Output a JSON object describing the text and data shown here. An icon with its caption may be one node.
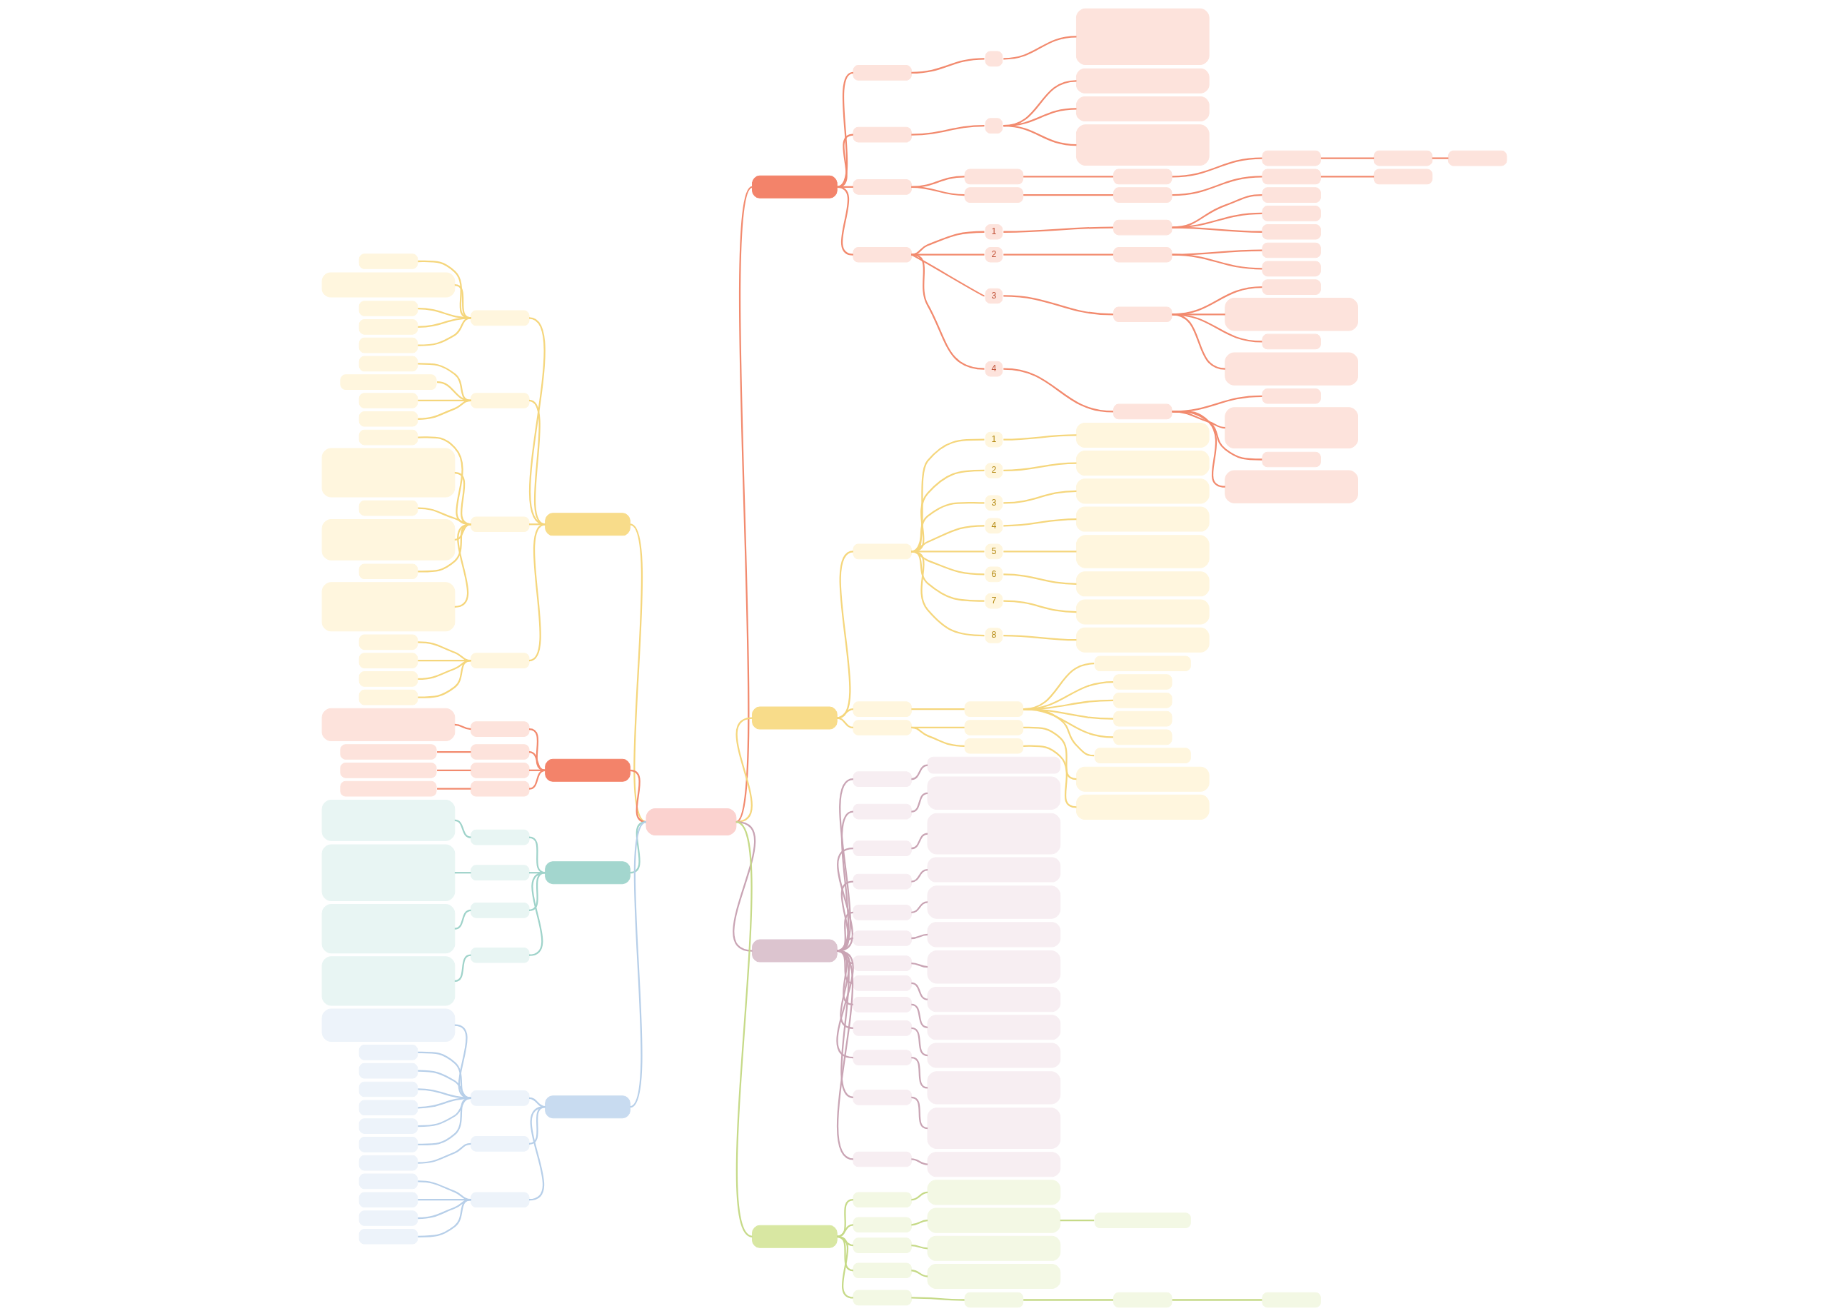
{
  "diagram": {
    "nodes": [
      {
        "text": [],
        "shape": "box"
      },
      {
        "text": [],
        "shape": "box"
      },
      {
        "text": [],
        "shape": "box"
      },
      {
        "text": [],
        "shape": "box"
      },
      {
        "text": [],
        "shape": "box"
      },
      {
        "text": [],
        "shape": "box"
      },
      {
        "text": [],
        "shape": "box"
      },
      {
        "text": [],
        "shape": "box"
      },
      {
        "text": [],
        "shape": "box"
      },
      {
        "text": [],
        "shape": "box"
      },
      {
        "text": [],
        "shape": "box"
      },
      {
        "text": [],
        "shape": "box"
      },
      {
        "text": [],
        "shape": "box"
      },
      {
        "text": [],
        "shape": "box"
      },
      {
        "text": [],
        "shape": "box"
      },
      {
        "text": [],
        "shape": "box"
      },
      {
        "text": [],
        "shape": "box"
      },
      {
        "text": [],
        "shape": "box"
      },
      {
        "text": [],
        "shape": "box"
      },
      {
        "text": [],
        "shape": "box"
      },
      {
        "text": [],
        "shape": "box"
      },
      {
        "text": [
          "1"
        ]
      },
      {
        "text": [],
        "shape": "box"
      },
      {
        "text": [],
        "shape": "box"
      },
      {
        "text": [],
        "shape": "box"
      },
      {
        "text": [],
        "shape": "box"
      },
      {
        "text": [
          "2"
        ]
      },
      {
        "text": [],
        "shape": "box"
      },
      {
        "text": [],
        "shape": "box"
      },
      {
        "text": [],
        "shape": "box"
      },
      {
        "text": [
          "3"
        ]
      },
      {
        "text": [],
        "shape": "box"
      },
      {
        "text": [],
        "shape": "box"
      },
      {
        "text": [],
        "shape": "box"
      },
      {
        "text": [],
        "shape": "box"
      },
      {
        "text": [],
        "shape": "box"
      },
      {
        "text": [
          "4"
        ]
      },
      {
        "text": [],
        "shape": "box"
      },
      {
        "text": [],
        "shape": "box"
      },
      {
        "text": [],
        "shape": "box"
      },
      {
        "text": [],
        "shape": "box"
      },
      {
        "text": [],
        "shape": "box"
      },
      {
        "text": [],
        "shape": "box"
      },
      {
        "text": [],
        "shape": "box"
      },
      {
        "text": [
          "1"
        ]
      },
      {
        "text": [],
        "shape": "box"
      },
      {
        "text": [
          "2"
        ]
      },
      {
        "text": [],
        "shape": "box"
      },
      {
        "text": [
          "3"
        ]
      },
      {
        "text": [],
        "shape": "box"
      },
      {
        "text": [
          "4"
        ]
      },
      {
        "text": [],
        "shape": "box"
      },
      {
        "text": [
          "5"
        ]
      },
      {
        "text": [],
        "shape": "box"
      },
      {
        "text": [
          "6"
        ]
      },
      {
        "text": [],
        "shape": "box"
      },
      {
        "text": [
          "7"
        ]
      },
      {
        "text": [],
        "shape": "box"
      },
      {
        "text": [
          "8"
        ]
      },
      {
        "text": [],
        "shape": "box"
      },
      {
        "text": [],
        "shape": "box"
      },
      {
        "text": [],
        "shape": "box"
      },
      {
        "text": [],
        "shape": "box"
      },
      {
        "text": [],
        "shape": "box"
      },
      {
        "text": [],
        "shape": "box"
      },
      {
        "text": [],
        "shape": "box"
      },
      {
        "text": [],
        "shape": "box"
      },
      {
        "text": [],
        "shape": "box"
      },
      {
        "text": [],
        "shape": "box"
      },
      {
        "text": [],
        "shape": "box"
      },
      {
        "text": [],
        "shape": "box"
      },
      {
        "text": [],
        "shape": "box"
      },
      {
        "text": [],
        "shape": "box"
      },
      {
        "text": [],
        "shape": "box"
      },
      {
        "text": [],
        "shape": "box"
      },
      {
        "text": [],
        "shape": "box"
      },
      {
        "text": [],
        "shape": "box"
      },
      {
        "text": [],
        "shape": "box"
      },
      {
        "text": [],
        "shape": "box"
      },
      {
        "text": [],
        "shape": "box"
      },
      {
        "text": [],
        "shape": "box"
      },
      {
        "text": [],
        "shape": "box"
      },
      {
        "text": [],
        "shape": "box"
      },
      {
        "text": [],
        "shape": "box"
      },
      {
        "text": [],
        "shape": "box"
      },
      {
        "text": [],
        "shape": "box"
      },
      {
        "text": [],
        "shape": "box"
      },
      {
        "text": [],
        "shape": "box"
      },
      {
        "text": [],
        "shape": "box"
      },
      {
        "text": [],
        "shape": "box"
      },
      {
        "text": [],
        "shape": "box"
      },
      {
        "text": [],
        "shape": "box"
      },
      {
        "text": [],
        "shape": "box"
      },
      {
        "text": [],
        "shape": "box"
      },
      {
        "text": [],
        "shape": "box"
      },
      {
        "text": [],
        "shape": "box"
      },
      {
        "text": [],
        "shape": "box"
      },
      {
        "text": [],
        "shape": "box"
      },
      {
        "text": [],
        "shape": "box"
      },
      {
        "text": [],
        "shape": "box"
      },
      {
        "text": [],
        "shape": "box"
      },
      {
        "text": [],
        "shape": "box"
      },
      {
        "text": [],
        "shape": "box"
      },
      {
        "text": [],
        "shape": "box"
      },
      {
        "text": [],
        "shape": "box"
      },
      {
        "text": [],
        "shape": "box"
      },
      {
        "text": [],
        "shape": "box"
      },
      {
        "text": [],
        "shape": "box"
      },
      {
        "text": [],
        "shape": "box"
      },
      {
        "text": [],
        "shape": "box"
      },
      {
        "text": [],
        "shape": "box"
      },
      {
        "text": [],
        "shape": "box"
      },
      {
        "text": [],
        "shape": "box"
      },
      {
        "text": [],
        "shape": "box"
      },
      {
        "text": [],
        "shape": "box"
      },
      {
        "text": [],
        "shape": "box"
      },
      {
        "text": [],
        "shape": "box"
      },
      {
        "text": [],
        "shape": "box"
      },
      {
        "text": [],
        "shape": "box"
      },
      {
        "text": [],
        "shape": "box"
      },
      {
        "text": [],
        "shape": "box"
      },
      {
        "text": [],
        "shape": "box"
      },
      {
        "text": [],
        "shape": "box"
      },
      {
        "text": [],
        "shape": "box"
      },
      {
        "text": [],
        "shape": "box"
      },
      {
        "text": [],
        "shape": "box"
      },
      {
        "text": [],
        "shape": "box"
      },
      {
        "text": [],
        "shape": "box"
      },
      {
        "text": [],
        "shape": "box"
      },
      {
        "text": [],
        "shape": "box"
      },
      {
        "text": [],
        "shape": "box"
      },
      {
        "text": [],
        "shape": "box"
      },
      {
        "text": [],
        "shape": "box"
      },
      {
        "text": [],
        "shape": "box"
      },
      {
        "text": [],
        "shape": "box"
      },
      {
        "text": [],
        "shape": "box"
      },
      {
        "text": [],
        "shape": "box"
      },
      {
        "text": [],
        "shape": "box"
      },
      {
        "text": [],
        "shape": "box"
      },
      {
        "text": [],
        "shape": "box"
      },
      {
        "text": [],
        "shape": "box"
      },
      {
        "text": [],
        "shape": "box"
      },
      {
        "text": [],
        "shape": "box"
      },
      {
        "text": [],
        "shape": "box"
      },
      {
        "text": [],
        "shape": "box"
      },
      {
        "text": [],
        "shape": "box"
      },
      {
        "text": [],
        "shape": "box"
      },
      {
        "text": [],
        "shape": "box"
      },
      {
        "text": [],
        "shape": "box"
      },
      {
        "text": [],
        "shape": "box"
      },
      {
        "text": [],
        "shape": "box"
      },
      {
        "text": [],
        "shape": "box"
      },
      {
        "text": [],
        "shape": "box"
      },
      {
        "text": [],
        "shape": "box"
      },
      {
        "text": [],
        "shape": "box"
      },
      {
        "text": [],
        "shape": "box"
      },
      {
        "text": [],
        "shape": "box"
      },
      {
        "text": [],
        "shape": "box"
      },
      {
        "text": [],
        "shape": "box"
      },
      {
        "text": [],
        "shape": "box"
      },
      {
        "text": [],
        "shape": "box"
      },
      {
        "text": [],
        "shape": "box"
      },
      {
        "text": [],
        "shape": "box"
      },
      {
        "text": [],
        "shape": "box"
      },
      {
        "text": [],
        "shape": "box"
      },
      {
        "text": [],
        "shape": "box"
      },
      {
        "text": [],
        "shape": "box"
      },
      {
        "text": [],
        "shape": "box"
      },
      {
        "text": [],
        "shape": "box"
      },
      {
        "text": [],
        "shape": "box"
      },
      {
        "text": [],
        "shape": "box"
      },
      {
        "text": [],
        "shape": "box"
      }
    ],
    "edges": [
      {
        "from": 0,
        "to": 1,
        "arrow": "none",
        "color": "#f28a6e"
      },
      {
        "from": 1,
        "to": 2,
        "arrow": "none",
        "color": "#f28a6e"
      },
      {
        "from": 2,
        "to": 3,
        "arrow": "none",
        "color": "#f28a6e"
      },
      {
        "from": 3,
        "to": 4,
        "arrow": "none",
        "color": "#f28a6e"
      },
      {
        "from": 1,
        "to": 5,
        "arrow": "none",
        "color": "#f28a6e"
      },
      {
        "from": 5,
        "to": 6,
        "arrow": "none",
        "color": "#f28a6e"
      },
      {
        "from": 6,
        "to": 7,
        "arrow": "none",
        "color": "#f28a6e"
      },
      {
        "from": 6,
        "to": 8,
        "arrow": "none",
        "color": "#f28a6e"
      },
      {
        "from": 6,
        "to": 9,
        "arrow": "none",
        "color": "#f28a6e"
      },
      {
        "from": 1,
        "to": 10,
        "arrow": "none",
        "color": "#f28a6e"
      },
      {
        "from": 10,
        "to": 11,
        "arrow": "none",
        "color": "#f28a6e"
      },
      {
        "from": 11,
        "to": 12,
        "arrow": "none",
        "color": "#f28a6e"
      },
      {
        "from": 12,
        "to": 13,
        "arrow": "none",
        "color": "#f28a6e"
      },
      {
        "from": 13,
        "to": 14,
        "arrow": "none",
        "color": "#f28a6e"
      },
      {
        "from": 14,
        "to": 15,
        "arrow": "none",
        "color": "#f28a6e"
      },
      {
        "from": 10,
        "to": 16,
        "arrow": "none",
        "color": "#f28a6e"
      },
      {
        "from": 16,
        "to": 17,
        "arrow": "none",
        "color": "#f28a6e"
      },
      {
        "from": 17,
        "to": 18,
        "arrow": "none",
        "color": "#f28a6e"
      },
      {
        "from": 18,
        "to": 19,
        "arrow": "none",
        "color": "#f28a6e"
      },
      {
        "from": 1,
        "to": 20,
        "arrow": "none",
        "color": "#f28a6e"
      },
      {
        "from": 20,
        "to": 21,
        "arrow": "none",
        "color": "#f28a6e"
      },
      {
        "from": 21,
        "to": 22,
        "arrow": "none",
        "color": "#f28a6e"
      },
      {
        "from": 22,
        "to": 23,
        "arrow": "none",
        "color": "#f28a6e"
      },
      {
        "from": 22,
        "to": 24,
        "arrow": "none",
        "color": "#f28a6e"
      },
      {
        "from": 22,
        "to": 25,
        "arrow": "none",
        "color": "#f28a6e"
      },
      {
        "from": 20,
        "to": 26,
        "arrow": "none",
        "color": "#f28a6e"
      },
      {
        "from": 26,
        "to": 27,
        "arrow": "none",
        "color": "#f28a6e"
      },
      {
        "from": 27,
        "to": 28,
        "arrow": "none",
        "color": "#f28a6e"
      },
      {
        "from": 27,
        "to": 29,
        "arrow": "none",
        "color": "#f28a6e"
      },
      {
        "from": 20,
        "to": 30,
        "arrow": "none",
        "color": "#f28a6e"
      },
      {
        "from": 30,
        "to": 31,
        "arrow": "none",
        "color": "#f28a6e"
      },
      {
        "from": 31,
        "to": 32,
        "arrow": "none",
        "color": "#f28a6e"
      },
      {
        "from": 31,
        "to": 33,
        "arrow": "none",
        "color": "#f28a6e"
      },
      {
        "from": 31,
        "to": 34,
        "arrow": "none",
        "color": "#f28a6e"
      },
      {
        "from": 31,
        "to": 35,
        "arrow": "none",
        "color": "#f28a6e"
      },
      {
        "from": 20,
        "to": 36,
        "arrow": "none",
        "color": "#f28a6e"
      },
      {
        "from": 36,
        "to": 37,
        "arrow": "none",
        "color": "#f28a6e"
      },
      {
        "from": 37,
        "to": 38,
        "arrow": "none",
        "color": "#f28a6e"
      },
      {
        "from": 37,
        "to": 39,
        "arrow": "none",
        "color": "#f28a6e"
      },
      {
        "from": 37,
        "to": 40,
        "arrow": "none",
        "color": "#f28a6e"
      },
      {
        "from": 37,
        "to": 41,
        "arrow": "none",
        "color": "#f28a6e"
      },
      {
        "from": 0,
        "to": 42,
        "arrow": "none",
        "color": "#f5d67c"
      },
      {
        "from": 42,
        "to": 43,
        "arrow": "none",
        "color": "#f5d67c"
      },
      {
        "from": 43,
        "to": 44,
        "arrow": "none",
        "color": "#f5d67c"
      },
      {
        "from": 44,
        "to": 45,
        "arrow": "none",
        "color": "#f5d67c"
      },
      {
        "from": 43,
        "to": 46,
        "arrow": "none",
        "color": "#f5d67c"
      },
      {
        "from": 46,
        "to": 47,
        "arrow": "none",
        "color": "#f5d67c"
      },
      {
        "from": 43,
        "to": 48,
        "arrow": "none",
        "color": "#f5d67c"
      },
      {
        "from": 48,
        "to": 49,
        "arrow": "none",
        "color": "#f5d67c"
      },
      {
        "from": 43,
        "to": 50,
        "arrow": "none",
        "color": "#f5d67c"
      },
      {
        "from": 50,
        "to": 51,
        "arrow": "none",
        "color": "#f5d67c"
      },
      {
        "from": 43,
        "to": 52,
        "arrow": "none",
        "color": "#f5d67c"
      },
      {
        "from": 52,
        "to": 53,
        "arrow": "none",
        "color": "#f5d67c"
      },
      {
        "from": 43,
        "to": 54,
        "arrow": "none",
        "color": "#f5d67c"
      },
      {
        "from": 54,
        "to": 55,
        "arrow": "none",
        "color": "#f5d67c"
      },
      {
        "from": 43,
        "to": 56,
        "arrow": "none",
        "color": "#f5d67c"
      },
      {
        "from": 56,
        "to": 57,
        "arrow": "none",
        "color": "#f5d67c"
      },
      {
        "from": 43,
        "to": 58,
        "arrow": "none",
        "color": "#f5d67c"
      },
      {
        "from": 58,
        "to": 59,
        "arrow": "none",
        "color": "#f5d67c"
      },
      {
        "from": 42,
        "to": 60,
        "arrow": "none",
        "color": "#f5d67c"
      },
      {
        "from": 60,
        "to": 61,
        "arrow": "none",
        "color": "#f5d67c"
      },
      {
        "from": 61,
        "to": 62,
        "arrow": "none",
        "color": "#f5d67c"
      },
      {
        "from": 61,
        "to": 63,
        "arrow": "none",
        "color": "#f5d67c"
      },
      {
        "from": 61,
        "to": 64,
        "arrow": "none",
        "color": "#f5d67c"
      },
      {
        "from": 61,
        "to": 65,
        "arrow": "none",
        "color": "#f5d67c"
      },
      {
        "from": 61,
        "to": 66,
        "arrow": "none",
        "color": "#f5d67c"
      },
      {
        "from": 61,
        "to": 67,
        "arrow": "none",
        "color": "#f5d67c"
      },
      {
        "from": 42,
        "to": 68,
        "arrow": "none",
        "color": "#f5d67c"
      },
      {
        "from": 68,
        "to": 69,
        "arrow": "none",
        "color": "#f5d67c"
      },
      {
        "from": 69,
        "to": 70,
        "arrow": "none",
        "color": "#f5d67c"
      },
      {
        "from": 68,
        "to": 71,
        "arrow": "none",
        "color": "#f5d67c"
      },
      {
        "from": 71,
        "to": 72,
        "arrow": "none",
        "color": "#f5d67c"
      },
      {
        "from": 0,
        "to": 73,
        "arrow": "none",
        "color": "#c9a4b4"
      },
      {
        "from": 73,
        "to": 74,
        "arrow": "none",
        "color": "#c9a4b4"
      },
      {
        "from": 74,
        "to": 75,
        "arrow": "none",
        "color": "#c9a4b4"
      },
      {
        "from": 73,
        "to": 76,
        "arrow": "none",
        "color": "#c9a4b4"
      },
      {
        "from": 76,
        "to": 77,
        "arrow": "none",
        "color": "#c9a4b4"
      },
      {
        "from": 73,
        "to": 78,
        "arrow": "none",
        "color": "#c9a4b4"
      },
      {
        "from": 78,
        "to": 79,
        "arrow": "none",
        "color": "#c9a4b4"
      },
      {
        "from": 73,
        "to": 80,
        "arrow": "none",
        "color": "#c9a4b4"
      },
      {
        "from": 80,
        "to": 81,
        "arrow": "none",
        "color": "#c9a4b4"
      },
      {
        "from": 73,
        "to": 82,
        "arrow": "none",
        "color": "#c9a4b4"
      },
      {
        "from": 82,
        "to": 83,
        "arrow": "none",
        "color": "#c9a4b4"
      },
      {
        "from": 73,
        "to": 84,
        "arrow": "none",
        "color": "#c9a4b4"
      },
      {
        "from": 84,
        "to": 85,
        "arrow": "none",
        "color": "#c9a4b4"
      },
      {
        "from": 73,
        "to": 86,
        "arrow": "none",
        "color": "#c9a4b4"
      },
      {
        "from": 86,
        "to": 87,
        "arrow": "none",
        "color": "#c9a4b4"
      },
      {
        "from": 73,
        "to": 88,
        "arrow": "none",
        "color": "#c9a4b4"
      },
      {
        "from": 88,
        "to": 89,
        "arrow": "none",
        "color": "#c9a4b4"
      },
      {
        "from": 73,
        "to": 90,
        "arrow": "none",
        "color": "#c9a4b4"
      },
      {
        "from": 90,
        "to": 91,
        "arrow": "none",
        "color": "#c9a4b4"
      },
      {
        "from": 73,
        "to": 92,
        "arrow": "none",
        "color": "#c9a4b4"
      },
      {
        "from": 92,
        "to": 93,
        "arrow": "none",
        "color": "#c9a4b4"
      },
      {
        "from": 73,
        "to": 94,
        "arrow": "none",
        "color": "#c9a4b4"
      },
      {
        "from": 94,
        "to": 95,
        "arrow": "none",
        "color": "#c9a4b4"
      },
      {
        "from": 73,
        "to": 96,
        "arrow": "none",
        "color": "#c9a4b4"
      },
      {
        "from": 96,
        "to": 97,
        "arrow": "none",
        "color": "#c9a4b4"
      },
      {
        "from": 73,
        "to": 98,
        "arrow": "none",
        "color": "#c9a4b4"
      },
      {
        "from": 98,
        "to": 99,
        "arrow": "none",
        "color": "#c9a4b4"
      },
      {
        "from": 0,
        "to": 100,
        "arrow": "none",
        "color": "#c6da88"
      },
      {
        "from": 100,
        "to": 101,
        "arrow": "none",
        "color": "#c6da88"
      },
      {
        "from": 101,
        "to": 102,
        "arrow": "none",
        "color": "#c6da88"
      },
      {
        "from": 100,
        "to": 103,
        "arrow": "none",
        "color": "#c6da88"
      },
      {
        "from": 103,
        "to": 104,
        "arrow": "none",
        "color": "#c6da88"
      },
      {
        "from": 104,
        "to": 105,
        "arrow": "none",
        "color": "#c6da88"
      },
      {
        "from": 100,
        "to": 106,
        "arrow": "none",
        "color": "#c6da88"
      },
      {
        "from": 106,
        "to": 107,
        "arrow": "none",
        "color": "#c6da88"
      },
      {
        "from": 100,
        "to": 108,
        "arrow": "none",
        "color": "#c6da88"
      },
      {
        "from": 108,
        "to": 109,
        "arrow": "none",
        "color": "#c6da88"
      },
      {
        "from": 100,
        "to": 110,
        "arrow": "none",
        "color": "#c6da88"
      },
      {
        "from": 110,
        "to": 111,
        "arrow": "none",
        "color": "#c6da88"
      },
      {
        "from": 111,
        "to": 112,
        "arrow": "none",
        "color": "#c6da88"
      },
      {
        "from": 112,
        "to": 113,
        "arrow": "none",
        "color": "#c6da88"
      },
      {
        "from": 0,
        "to": 114,
        "arrow": "none",
        "color": "#f5d67c"
      },
      {
        "from": 114,
        "to": 115,
        "arrow": "none",
        "color": "#f5d67c"
      },
      {
        "from": 115,
        "to": 116,
        "arrow": "none",
        "color": "#f5d67c"
      },
      {
        "from": 115,
        "to": 117,
        "arrow": "none",
        "color": "#f5d67c"
      },
      {
        "from": 115,
        "to": 118,
        "arrow": "none",
        "color": "#f5d67c"
      },
      {
        "from": 115,
        "to": 119,
        "arrow": "none",
        "color": "#f5d67c"
      },
      {
        "from": 115,
        "to": 120,
        "arrow": "none",
        "color": "#f5d67c"
      },
      {
        "from": 114,
        "to": 121,
        "arrow": "none",
        "color": "#f5d67c"
      },
      {
        "from": 121,
        "to": 122,
        "arrow": "none",
        "color": "#f5d67c"
      },
      {
        "from": 121,
        "to": 123,
        "arrow": "none",
        "color": "#f5d67c"
      },
      {
        "from": 121,
        "to": 124,
        "arrow": "none",
        "color": "#f5d67c"
      },
      {
        "from": 121,
        "to": 125,
        "arrow": "none",
        "color": "#f5d67c"
      },
      {
        "from": 114,
        "to": 126,
        "arrow": "none",
        "color": "#f5d67c"
      },
      {
        "from": 126,
        "to": 127,
        "arrow": "none",
        "color": "#f5d67c"
      },
      {
        "from": 126,
        "to": 128,
        "arrow": "none",
        "color": "#f5d67c"
      },
      {
        "from": 126,
        "to": 129,
        "arrow": "none",
        "color": "#f5d67c"
      },
      {
        "from": 126,
        "to": 130,
        "arrow": "none",
        "color": "#f5d67c"
      },
      {
        "from": 126,
        "to": 131,
        "arrow": "none",
        "color": "#f5d67c"
      },
      {
        "from": 126,
        "to": 132,
        "arrow": "none",
        "color": "#f5d67c"
      },
      {
        "from": 114,
        "to": 133,
        "arrow": "none",
        "color": "#f5d67c"
      },
      {
        "from": 133,
        "to": 134,
        "arrow": "none",
        "color": "#f5d67c"
      },
      {
        "from": 133,
        "to": 135,
        "arrow": "none",
        "color": "#f5d67c"
      },
      {
        "from": 133,
        "to": 136,
        "arrow": "none",
        "color": "#f5d67c"
      },
      {
        "from": 133,
        "to": 137,
        "arrow": "none",
        "color": "#f5d67c"
      },
      {
        "from": 0,
        "to": 138,
        "arrow": "none",
        "color": "#f28a6e"
      },
      {
        "from": 138,
        "to": 139,
        "arrow": "none",
        "color": "#f28a6e"
      },
      {
        "from": 139,
        "to": 140,
        "arrow": "none",
        "color": "#f28a6e"
      },
      {
        "from": 138,
        "to": 141,
        "arrow": "none",
        "color": "#f28a6e"
      },
      {
        "from": 141,
        "to": 142,
        "arrow": "none",
        "color": "#f28a6e"
      },
      {
        "from": 138,
        "to": 143,
        "arrow": "none",
        "color": "#f28a6e"
      },
      {
        "from": 143,
        "to": 144,
        "arrow": "none",
        "color": "#f28a6e"
      },
      {
        "from": 138,
        "to": 145,
        "arrow": "none",
        "color": "#f28a6e"
      },
      {
        "from": 145,
        "to": 146,
        "arrow": "none",
        "color": "#f28a6e"
      },
      {
        "from": 0,
        "to": 147,
        "arrow": "none",
        "color": "#9fd3ca"
      },
      {
        "from": 147,
        "to": 148,
        "arrow": "none",
        "color": "#9fd3ca"
      },
      {
        "from": 148,
        "to": 149,
        "arrow": "none",
        "color": "#9fd3ca"
      },
      {
        "from": 147,
        "to": 150,
        "arrow": "none",
        "color": "#9fd3ca"
      },
      {
        "from": 150,
        "to": 151,
        "arrow": "none",
        "color": "#9fd3ca"
      },
      {
        "from": 147,
        "to": 152,
        "arrow": "none",
        "color": "#9fd3ca"
      },
      {
        "from": 152,
        "to": 153,
        "arrow": "none",
        "color": "#9fd3ca"
      },
      {
        "from": 147,
        "to": 154,
        "arrow": "none",
        "color": "#9fd3ca"
      },
      {
        "from": 154,
        "to": 155,
        "arrow": "none",
        "color": "#9fd3ca"
      },
      {
        "from": 0,
        "to": 156,
        "arrow": "none",
        "color": "#b7cfe9"
      },
      {
        "from": 156,
        "to": 157,
        "arrow": "none",
        "color": "#b7cfe9"
      },
      {
        "from": 157,
        "to": 158,
        "arrow": "none",
        "color": "#b7cfe9"
      },
      {
        "from": 157,
        "to": 159,
        "arrow": "none",
        "color": "#b7cfe9"
      },
      {
        "from": 157,
        "to": 160,
        "arrow": "none",
        "color": "#b7cfe9"
      },
      {
        "from": 157,
        "to": 161,
        "arrow": "none",
        "color": "#b7cfe9"
      },
      {
        "from": 157,
        "to": 162,
        "arrow": "none",
        "color": "#b7cfe9"
      },
      {
        "from": 157,
        "to": 163,
        "arrow": "none",
        "color": "#b7cfe9"
      },
      {
        "from": 157,
        "to": 164,
        "arrow": "none",
        "color": "#b7cfe9"
      },
      {
        "from": 156,
        "to": 165,
        "arrow": "none",
        "color": "#b7cfe9"
      },
      {
        "from": 165,
        "to": 166,
        "arrow": "none",
        "color": "#b7cfe9"
      },
      {
        "from": 156,
        "to": 167,
        "arrow": "none",
        "color": "#b7cfe9"
      },
      {
        "from": 167,
        "to": 168,
        "arrow": "none",
        "color": "#b7cfe9"
      },
      {
        "from": 167,
        "to": 169,
        "arrow": "none",
        "color": "#b7cfe9"
      },
      {
        "from": 167,
        "to": 170,
        "arrow": "none",
        "color": "#b7cfe9"
      },
      {
        "from": 167,
        "to": 171,
        "arrow": "none",
        "color": "#b7cfe9"
      }
    ]
  }
}
